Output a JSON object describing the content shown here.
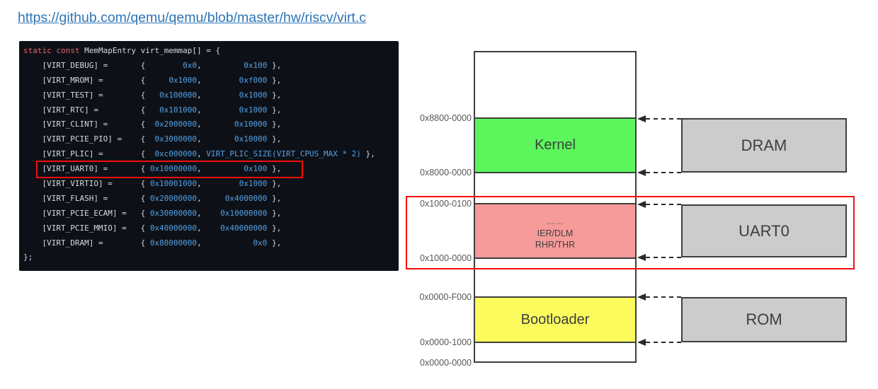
{
  "header": {
    "source_link": "https://github.com/qemu/qemu/blob/master/hw/riscv/virt.c"
  },
  "colors": {
    "code_bg": "#0d1117",
    "code_plain": "#d5dbe2",
    "code_keyword": "#e5646e",
    "code_literal": "#55a0e6",
    "highlight_red": "#f70d0d",
    "kernel_green": "#5cf65c",
    "uart_pink": "#f79a9a",
    "bootloader_yellow": "#fbfb5e",
    "box_gray": "#cccccc",
    "outline_dark": "#3e3e3e",
    "link_blue": "#2e74b5"
  },
  "code": {
    "language": "c",
    "highlighted_entry": "VIRT_UART0",
    "lines": [
      [
        [
          "static const",
          "kw"
        ],
        [
          " MemMapEntry virt_memmap[] = {",
          "pl"
        ]
      ],
      [
        [
          "    [VIRT_DEBUG] =       {        ",
          "pl"
        ],
        [
          "0x0",
          "num"
        ],
        [
          ",         ",
          "pl"
        ],
        [
          "0x100",
          "num"
        ],
        [
          " },",
          "pl"
        ]
      ],
      [
        [
          "    [VIRT_MROM] =        {     ",
          "pl"
        ],
        [
          "0x1000",
          "num"
        ],
        [
          ",        ",
          "pl"
        ],
        [
          "0xf000",
          "num"
        ],
        [
          " },",
          "pl"
        ]
      ],
      [
        [
          "    [VIRT_TEST] =        {   ",
          "pl"
        ],
        [
          "0x100000",
          "num"
        ],
        [
          ",        ",
          "pl"
        ],
        [
          "0x1000",
          "num"
        ],
        [
          " },",
          "pl"
        ]
      ],
      [
        [
          "    [VIRT_RTC] =         {   ",
          "pl"
        ],
        [
          "0x101000",
          "num"
        ],
        [
          ",        ",
          "pl"
        ],
        [
          "0x1000",
          "num"
        ],
        [
          " },",
          "pl"
        ]
      ],
      [
        [
          "    [VIRT_CLINT] =       {  ",
          "pl"
        ],
        [
          "0x2000000",
          "num"
        ],
        [
          ",       ",
          "pl"
        ],
        [
          "0x10000",
          "num"
        ],
        [
          " },",
          "pl"
        ]
      ],
      [
        [
          "    [VIRT_PCIE_PIO] =    {  ",
          "pl"
        ],
        [
          "0x3000000",
          "num"
        ],
        [
          ",       ",
          "pl"
        ],
        [
          "0x10000",
          "num"
        ],
        [
          " },",
          "pl"
        ]
      ],
      [
        [
          "    [VIRT_PLIC] =        {  ",
          "pl"
        ],
        [
          "0xc000000",
          "num"
        ],
        [
          ", ",
          "pl"
        ],
        [
          "VIRT_PLIC_SIZE(VIRT_CPUS_MAX * 2)",
          "num"
        ],
        [
          " },",
          "pl"
        ]
      ],
      [
        [
          "    [VIRT_UART0] =       { ",
          "pl"
        ],
        [
          "0x10000000",
          "num"
        ],
        [
          ",         ",
          "pl"
        ],
        [
          "0x100",
          "num"
        ],
        [
          " },",
          "pl"
        ]
      ],
      [
        [
          "    [VIRT_VIRTIO] =      { ",
          "pl"
        ],
        [
          "0x10001000",
          "num"
        ],
        [
          ",        ",
          "pl"
        ],
        [
          "0x1000",
          "num"
        ],
        [
          " },",
          "pl"
        ]
      ],
      [
        [
          "    [VIRT_FLASH] =       { ",
          "pl"
        ],
        [
          "0x20000000",
          "num"
        ],
        [
          ",     ",
          "pl"
        ],
        [
          "0x4000000",
          "num"
        ],
        [
          " },",
          "pl"
        ]
      ],
      [
        [
          "    [VIRT_PCIE_ECAM] =   { ",
          "pl"
        ],
        [
          "0x30000000",
          "num"
        ],
        [
          ",    ",
          "pl"
        ],
        [
          "0x10000000",
          "num"
        ],
        [
          " },",
          "pl"
        ]
      ],
      [
        [
          "    [VIRT_PCIE_MMIO] =   { ",
          "pl"
        ],
        [
          "0x40000000",
          "num"
        ],
        [
          ",    ",
          "pl"
        ],
        [
          "0x40000000",
          "num"
        ],
        [
          " },",
          "pl"
        ]
      ],
      [
        [
          "    [VIRT_DRAM] =        { ",
          "pl"
        ],
        [
          "0x80000000",
          "num"
        ],
        [
          ",           ",
          "pl"
        ],
        [
          "0x0",
          "num"
        ],
        [
          " },",
          "pl"
        ]
      ],
      [
        [
          "};",
          "pl"
        ]
      ]
    ]
  },
  "diagram": {
    "address_labels": [
      "0x8800-0000",
      "0x8000-0000",
      "0x1000-0100",
      "0x1000-0000",
      "0x0000-F000",
      "0x0000-1000",
      "0x0000-0000"
    ],
    "regions": {
      "kernel": {
        "label": "Kernel"
      },
      "uart": {
        "dots": "……",
        "line1": "IER/DLM",
        "line2": "RHR/THR"
      },
      "bootloader": {
        "label": "Bootloader"
      }
    },
    "device_boxes": [
      {
        "label": "DRAM"
      },
      {
        "label": "UART0"
      },
      {
        "label": "ROM"
      }
    ]
  }
}
